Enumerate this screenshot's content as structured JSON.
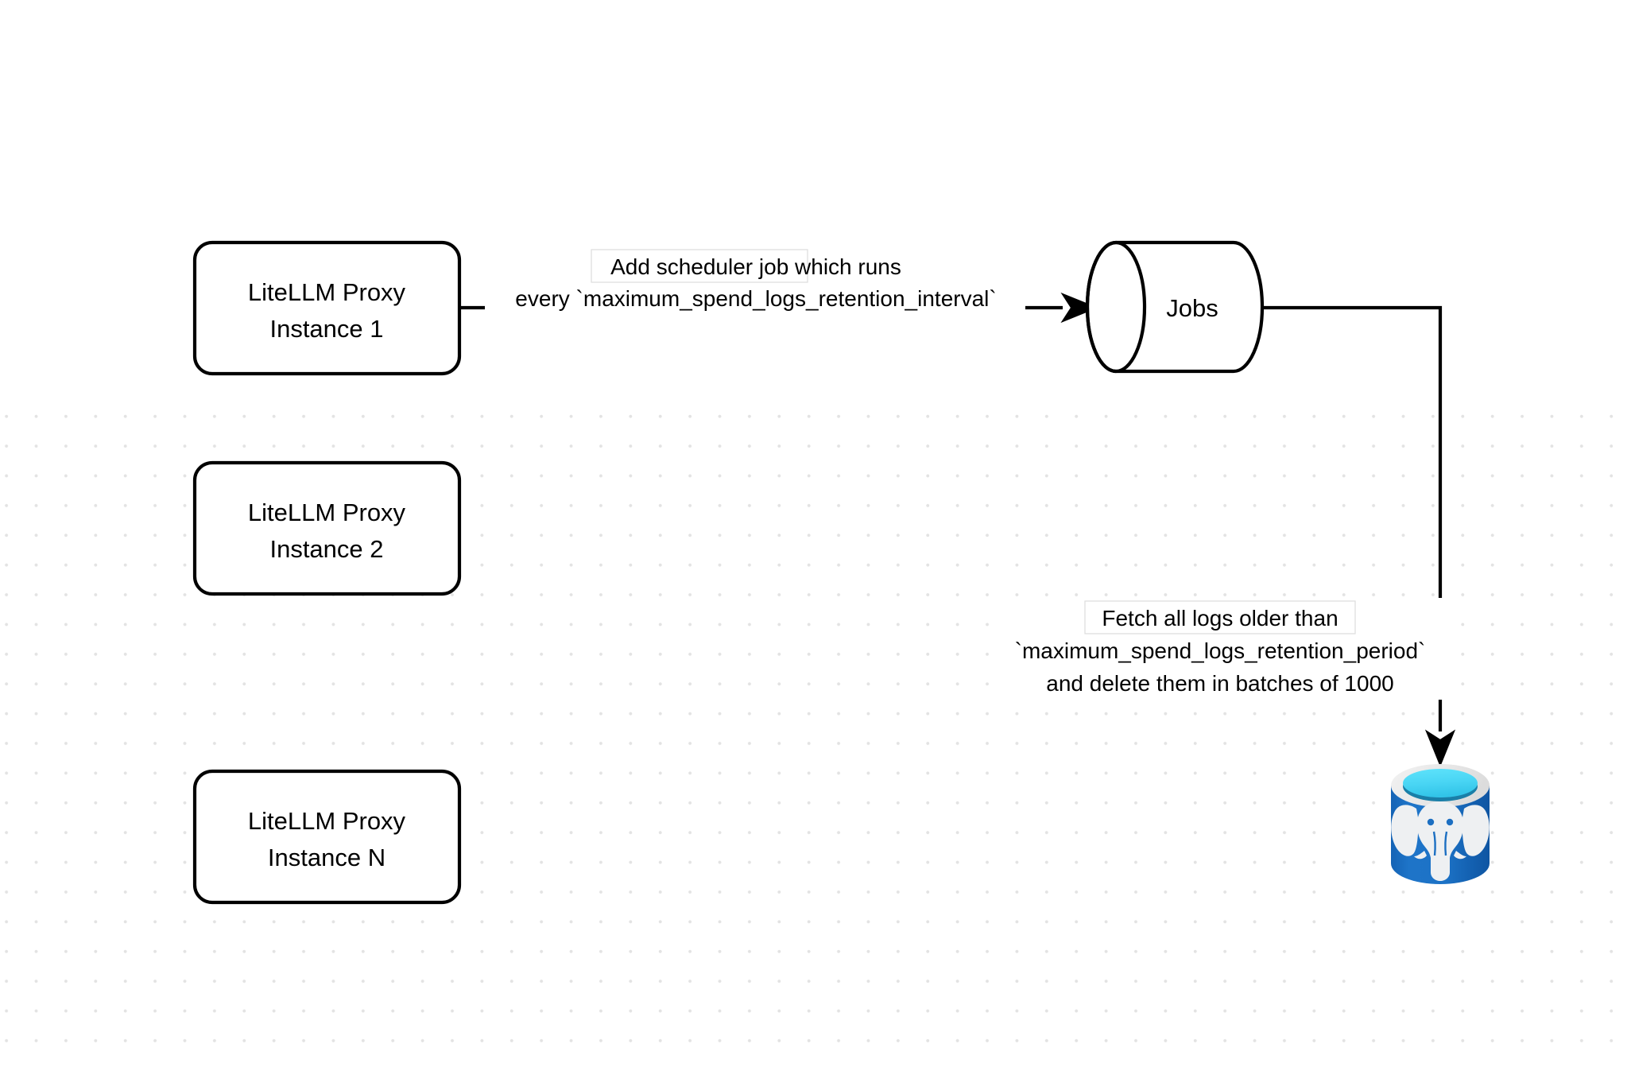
{
  "diagram": {
    "title": "LiteLLM spend logs retention scheduler flow",
    "background_color": "#ffffff",
    "grid_dot_color": "#e3e3e3",
    "stroke_color": "#000000",
    "nodes": [
      {
        "id": "proxy-1",
        "shape": "rounded-rectangle",
        "line1": "LiteLLM Proxy",
        "line2": "Instance 1"
      },
      {
        "id": "proxy-2",
        "shape": "rounded-rectangle",
        "line1": "LiteLLM Proxy",
        "line2": "Instance 2"
      },
      {
        "id": "proxy-n",
        "shape": "rounded-rectangle",
        "line1": "LiteLLM Proxy",
        "line2": "Instance N"
      },
      {
        "id": "jobs",
        "shape": "cylinder",
        "label": "Jobs"
      },
      {
        "id": "postgres",
        "shape": "database-icon",
        "icon_name": "postgresql-database-icon",
        "body_color": "#1e6fc0",
        "body_color_dark": "#0f5aa8",
        "top_rim_color": "#ececec",
        "top_surface_color": "#4fd9f7",
        "top_inner_color": "#1a7fa8",
        "logo_color": "#eef0f2"
      }
    ],
    "edges": [
      {
        "id": "edge-proxy1-jobs",
        "from": "proxy-1",
        "to": "jobs",
        "label_lines": [
          "Add scheduler job which runs",
          "every `maximum_spend_logs_retention_interval`"
        ]
      },
      {
        "id": "edge-jobs-postgres",
        "from": "jobs",
        "to": "postgres",
        "label_lines": [
          "Fetch all logs older than",
          "`maximum_spend_logs_retention_period`",
          "and delete them in batches of 1000"
        ]
      }
    ]
  }
}
